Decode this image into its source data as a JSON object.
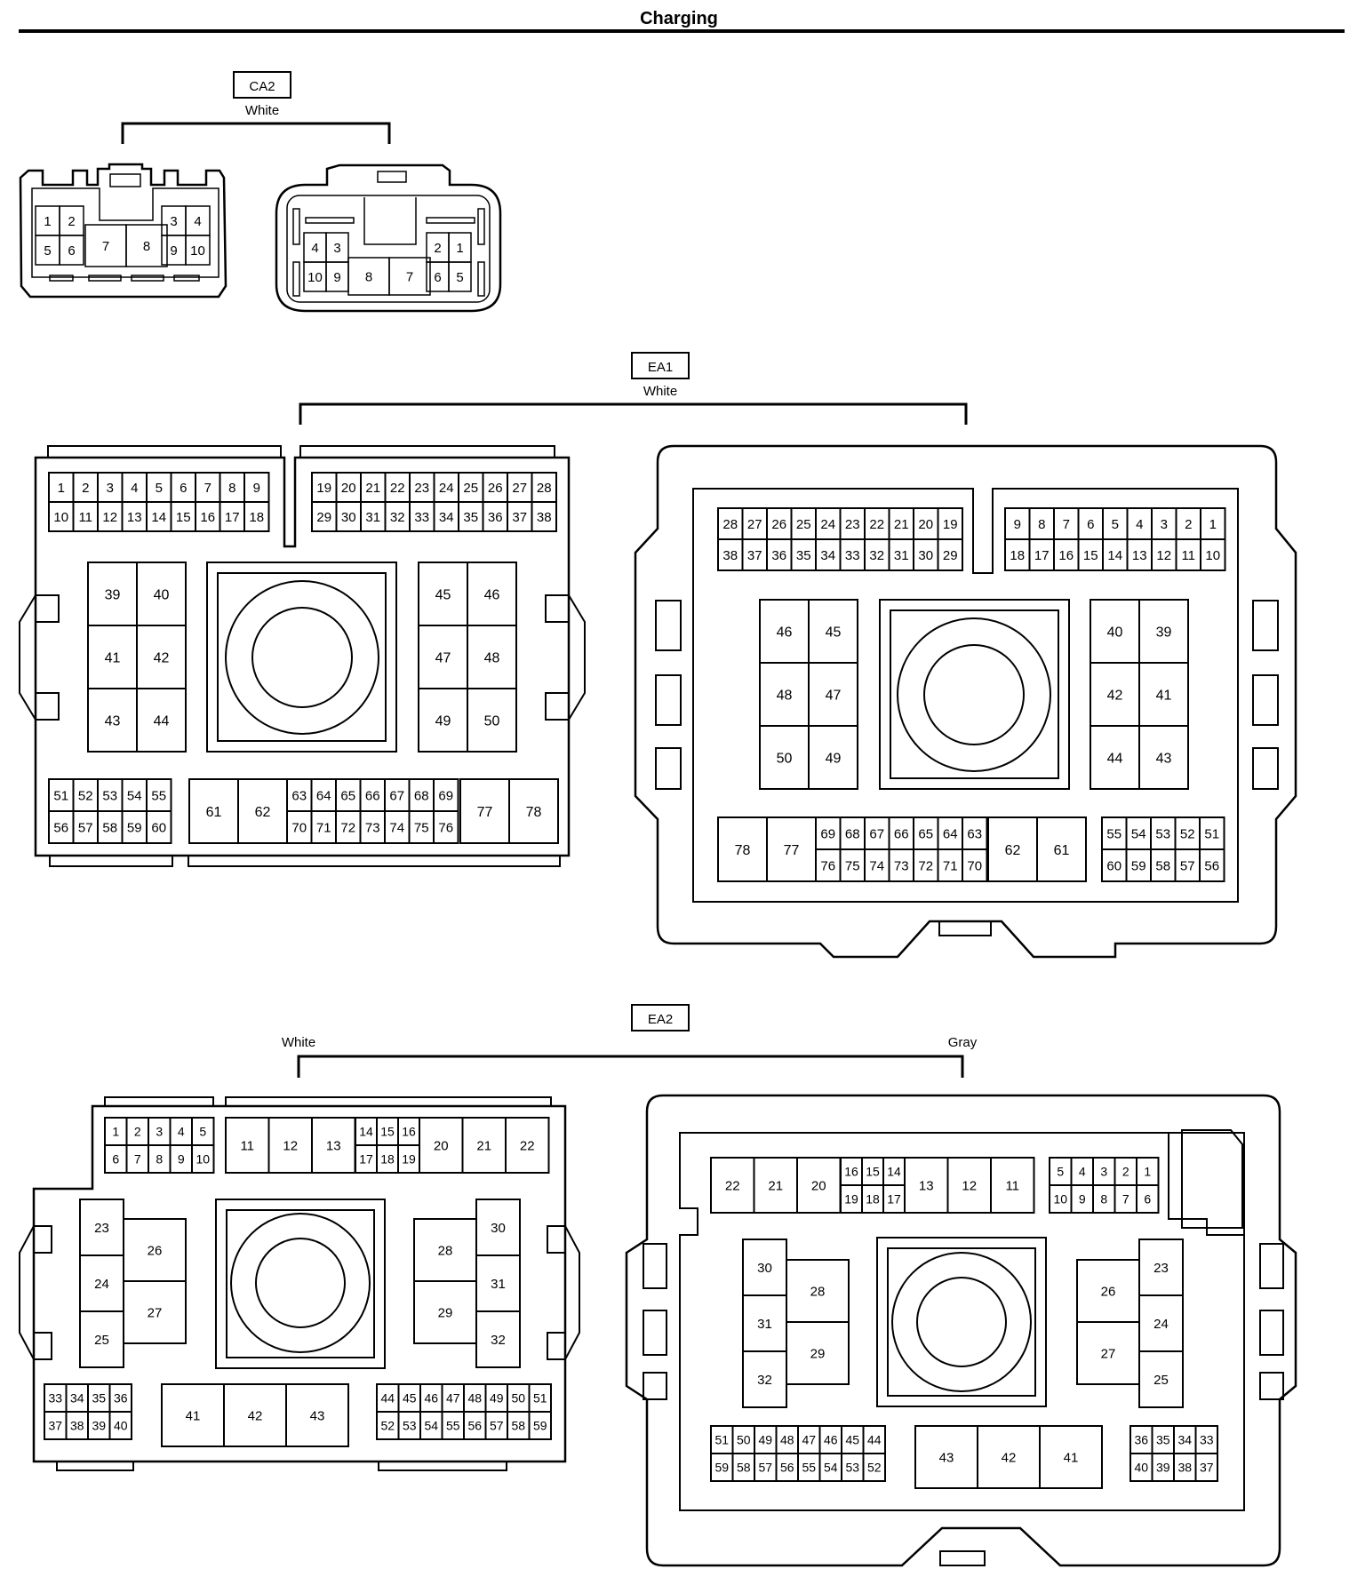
{
  "page": {
    "title": "Charging"
  },
  "connectors": {
    "ca2": {
      "code": "CA2",
      "color_label": "White",
      "female": {
        "top_left": [
          "1",
          "2"
        ],
        "bottom_left": [
          "5",
          "6"
        ],
        "center": [
          "7",
          "8"
        ],
        "top_right": [
          "3",
          "4"
        ],
        "bottom_right": [
          "9",
          "10"
        ]
      },
      "male": {
        "top_left": [
          "4",
          "3"
        ],
        "bottom_left": [
          "10",
          "9"
        ],
        "center": [
          "8",
          "7"
        ],
        "top_right": [
          "2",
          "1"
        ],
        "bottom_right": [
          "6",
          "5"
        ]
      }
    },
    "ea1": {
      "code": "EA1",
      "color_label": "White",
      "female": {
        "top_left_row1": [
          "1",
          "2",
          "3",
          "4",
          "5",
          "6",
          "7",
          "8",
          "9"
        ],
        "top_left_row2": [
          "10",
          "11",
          "12",
          "13",
          "14",
          "15",
          "16",
          "17",
          "18"
        ],
        "top_right_row1": [
          "19",
          "20",
          "21",
          "22",
          "23",
          "24",
          "25",
          "26",
          "27",
          "28"
        ],
        "top_right_row2": [
          "29",
          "30",
          "31",
          "32",
          "33",
          "34",
          "35",
          "36",
          "37",
          "38"
        ],
        "left_block": [
          [
            "39",
            "40"
          ],
          [
            "41",
            "42"
          ],
          [
            "43",
            "44"
          ]
        ],
        "right_block": [
          [
            "45",
            "46"
          ],
          [
            "47",
            "48"
          ],
          [
            "49",
            "50"
          ]
        ],
        "bottom_left_row1": [
          "51",
          "52",
          "53",
          "54",
          "55"
        ],
        "bottom_left_row2": [
          "56",
          "57",
          "58",
          "59",
          "60"
        ],
        "bottom_big_left": [
          "61",
          "62"
        ],
        "bottom_mid_row1": [
          "63",
          "64",
          "65",
          "66",
          "67",
          "68",
          "69"
        ],
        "bottom_mid_row2": [
          "70",
          "71",
          "72",
          "73",
          "74",
          "75",
          "76"
        ],
        "bottom_big_right": [
          "77",
          "78"
        ]
      },
      "male": {
        "top_left_row1": [
          "28",
          "27",
          "26",
          "25",
          "24",
          "23",
          "22",
          "21",
          "20",
          "19"
        ],
        "top_left_row2": [
          "38",
          "37",
          "36",
          "35",
          "34",
          "33",
          "32",
          "31",
          "30",
          "29"
        ],
        "top_right_row1": [
          "9",
          "8",
          "7",
          "6",
          "5",
          "4",
          "3",
          "2",
          "1"
        ],
        "top_right_row2": [
          "18",
          "17",
          "16",
          "15",
          "14",
          "13",
          "12",
          "11",
          "10"
        ],
        "left_block": [
          [
            "46",
            "45"
          ],
          [
            "48",
            "47"
          ],
          [
            "50",
            "49"
          ]
        ],
        "right_block": [
          [
            "40",
            "39"
          ],
          [
            "42",
            "41"
          ],
          [
            "44",
            "43"
          ]
        ],
        "bottom_big_left": [
          "78",
          "77"
        ],
        "bottom_mid_row1": [
          "69",
          "68",
          "67",
          "66",
          "65",
          "64",
          "63"
        ],
        "bottom_mid_row2": [
          "76",
          "75",
          "74",
          "73",
          "72",
          "71",
          "70"
        ],
        "bottom_big_right": [
          "62",
          "61"
        ],
        "bottom_right_row1": [
          "55",
          "54",
          "53",
          "52",
          "51"
        ],
        "bottom_right_row2": [
          "60",
          "59",
          "58",
          "57",
          "56"
        ]
      }
    },
    "ea2": {
      "code": "EA2",
      "left_color_label": "White",
      "right_color_label": "Gray",
      "female": {
        "top_left_row1": [
          "1",
          "2",
          "3",
          "4",
          "5"
        ],
        "top_left_row2": [
          "6",
          "7",
          "8",
          "9",
          "10"
        ],
        "top_big_a": [
          "11",
          "12",
          "13"
        ],
        "top_small_row1": [
          "14",
          "15",
          "16"
        ],
        "top_small_row2": [
          "17",
          "18",
          "19"
        ],
        "top_big_b": [
          "20",
          "21",
          "22"
        ],
        "left_col": [
          "23",
          "24",
          "25"
        ],
        "left_big": [
          "26",
          "27"
        ],
        "right_big": [
          "28",
          "29"
        ],
        "right_col": [
          "30",
          "31",
          "32"
        ],
        "bottom_left_row1": [
          "33",
          "34",
          "35",
          "36"
        ],
        "bottom_left_row2": [
          "37",
          "38",
          "39",
          "40"
        ],
        "bottom_big": [
          "41",
          "42",
          "43"
        ],
        "bottom_right_row1": [
          "44",
          "45",
          "46",
          "47",
          "48",
          "49",
          "50",
          "51"
        ],
        "bottom_right_row2": [
          "52",
          "53",
          "54",
          "55",
          "56",
          "57",
          "58",
          "59"
        ]
      },
      "male": {
        "top_big_b": [
          "22",
          "21",
          "20"
        ],
        "top_small_row1": [
          "16",
          "15",
          "14"
        ],
        "top_small_row2": [
          "19",
          "18",
          "17"
        ],
        "top_big_a": [
          "13",
          "12",
          "11"
        ],
        "top_right_row1": [
          "5",
          "4",
          "3",
          "2",
          "1"
        ],
        "top_right_row2": [
          "10",
          "9",
          "8",
          "7",
          "6"
        ],
        "left_col": [
          "30",
          "31",
          "32"
        ],
        "left_big": [
          "28",
          "29"
        ],
        "right_big": [
          "26",
          "27"
        ],
        "right_col": [
          "23",
          "24",
          "25"
        ],
        "bottom_left_row1": [
          "51",
          "50",
          "49",
          "48",
          "47",
          "46",
          "45",
          "44"
        ],
        "bottom_left_row2": [
          "59",
          "58",
          "57",
          "56",
          "55",
          "54",
          "53",
          "52"
        ],
        "bottom_big": [
          "43",
          "42",
          "41"
        ],
        "bottom_right_row1": [
          "36",
          "35",
          "34",
          "33"
        ],
        "bottom_right_row2": [
          "40",
          "39",
          "38",
          "37"
        ]
      }
    }
  }
}
